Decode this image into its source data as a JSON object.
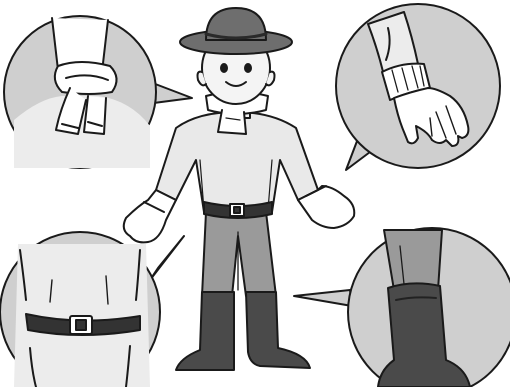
{
  "illustration": {
    "subject": "person-with-hat-scarf-gloves-belt-boots",
    "callouts": [
      "scarf-detail",
      "glove-detail",
      "belt-detail",
      "boot-detail"
    ]
  },
  "colors": {
    "background": "#ffffff",
    "bubble_fill": "#cfcfcf",
    "line": "#1a1a1a",
    "hat": "#6e6e6e",
    "pants": "#9a9a9a",
    "boots": "#4a4a4a",
    "belt": "#333333",
    "sweater": "#e9e9e9",
    "skin": "#f4f4f4"
  }
}
